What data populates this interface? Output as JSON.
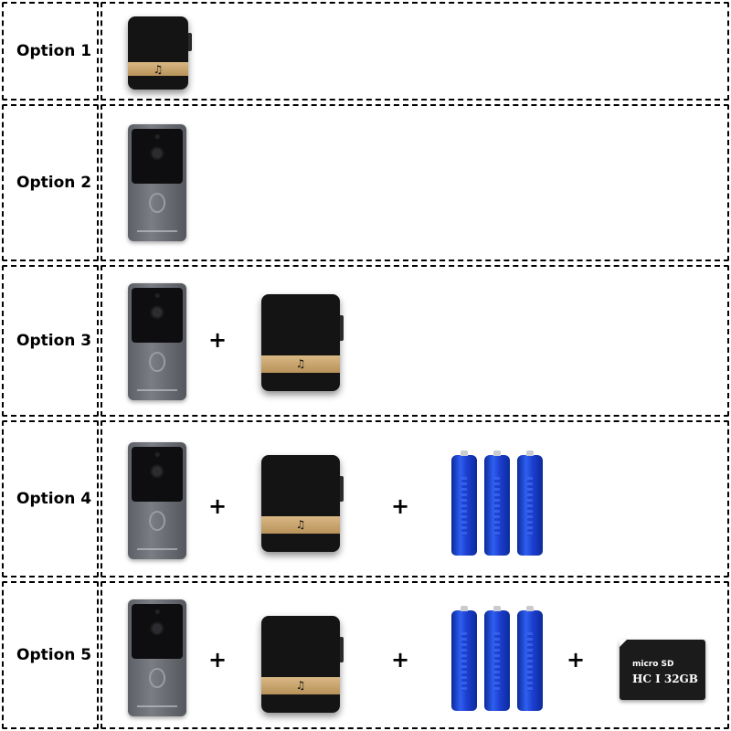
{
  "options": [
    {
      "label": "Option 1",
      "items": [
        "chime"
      ]
    },
    {
      "label": "Option 2",
      "items": [
        "doorbell"
      ]
    },
    {
      "label": "Option 3",
      "items": [
        "doorbell",
        "+",
        "chime"
      ]
    },
    {
      "label": "Option 4",
      "items": [
        "doorbell",
        "+",
        "chime",
        "+",
        "batteries"
      ]
    },
    {
      "label": "Option 5",
      "items": [
        "doorbell",
        "+",
        "chime",
        "+",
        "batteries",
        "+",
        "micro-sd-card"
      ]
    }
  ],
  "plus_symbol": "+",
  "chime_icon": "♫",
  "sd_card": {
    "brand": "micro SD",
    "capacity_text": "HC I 32GB"
  },
  "colors": {
    "border": "#000000",
    "chime_band": "#d1ae77",
    "battery": "#2040d8",
    "doorbell": "#6a6c72"
  }
}
